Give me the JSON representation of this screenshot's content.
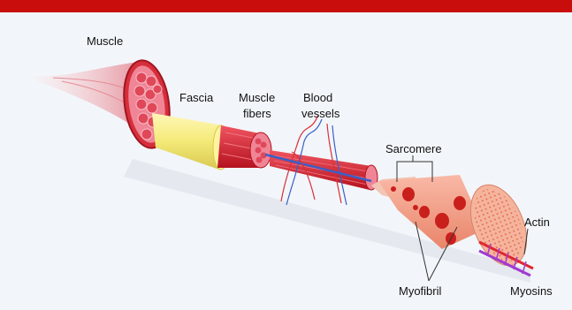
{
  "colors": {
    "banner": "#c90d0d",
    "background": "#f2f6fa",
    "muscle_tissue": "#e63b47",
    "fascia": "#f4ea78",
    "fiber_cut": "#f08596",
    "myofibril_body": "#f6a28a",
    "actin": "#e0272f",
    "myosin": "#a23ad0",
    "vessel_red": "#d8303a",
    "vessel_blue": "#3a5fc9"
  },
  "labels": {
    "muscle": "Muscle",
    "fascia": "Fascia",
    "muscle_fibers_line1": "Muscle",
    "muscle_fibers_line2": "fibers",
    "blood_vessels_line1": "Blood",
    "blood_vessels_line2": "vessels",
    "sarcomere": "Sarcomere",
    "actin": "Actin",
    "myofibril": "Myofibril",
    "myosins": "Myosins"
  }
}
